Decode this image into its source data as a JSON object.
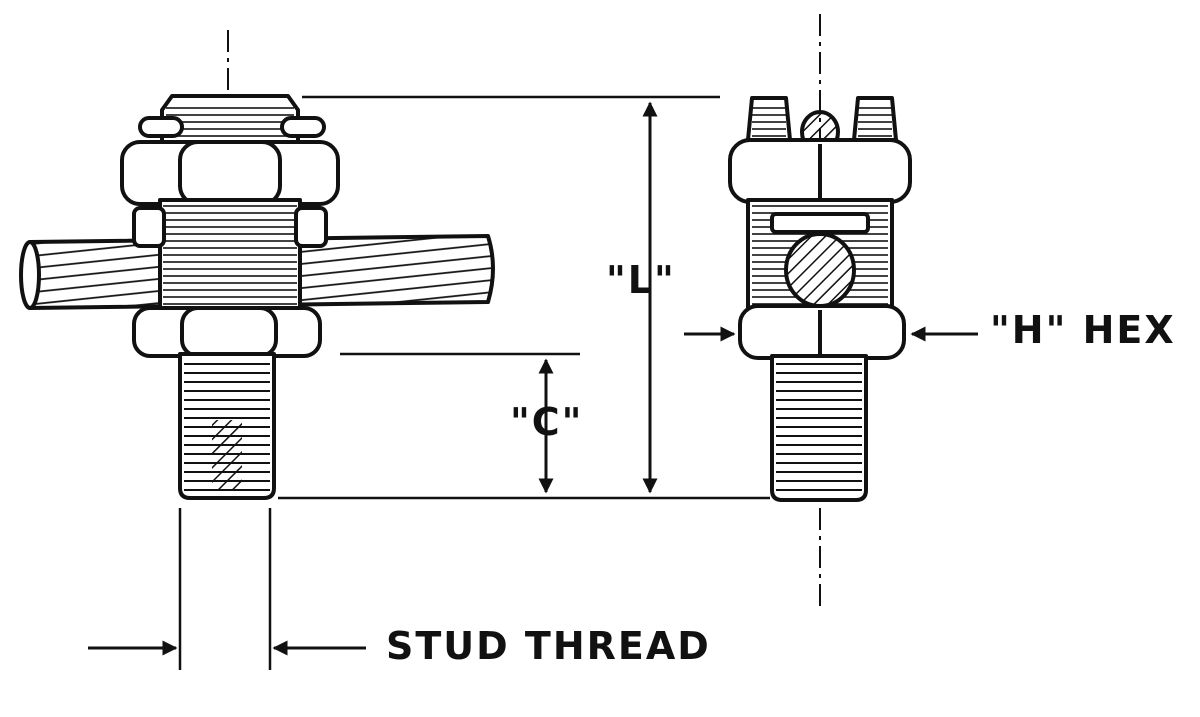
{
  "labels": {
    "length": "\"L\"",
    "clearance": "\"C\"",
    "hex": "\"H\" HEX",
    "stud_thread": "STUD THREAD"
  },
  "colors": {
    "ink": "#111111",
    "paper": "#ffffff"
  }
}
